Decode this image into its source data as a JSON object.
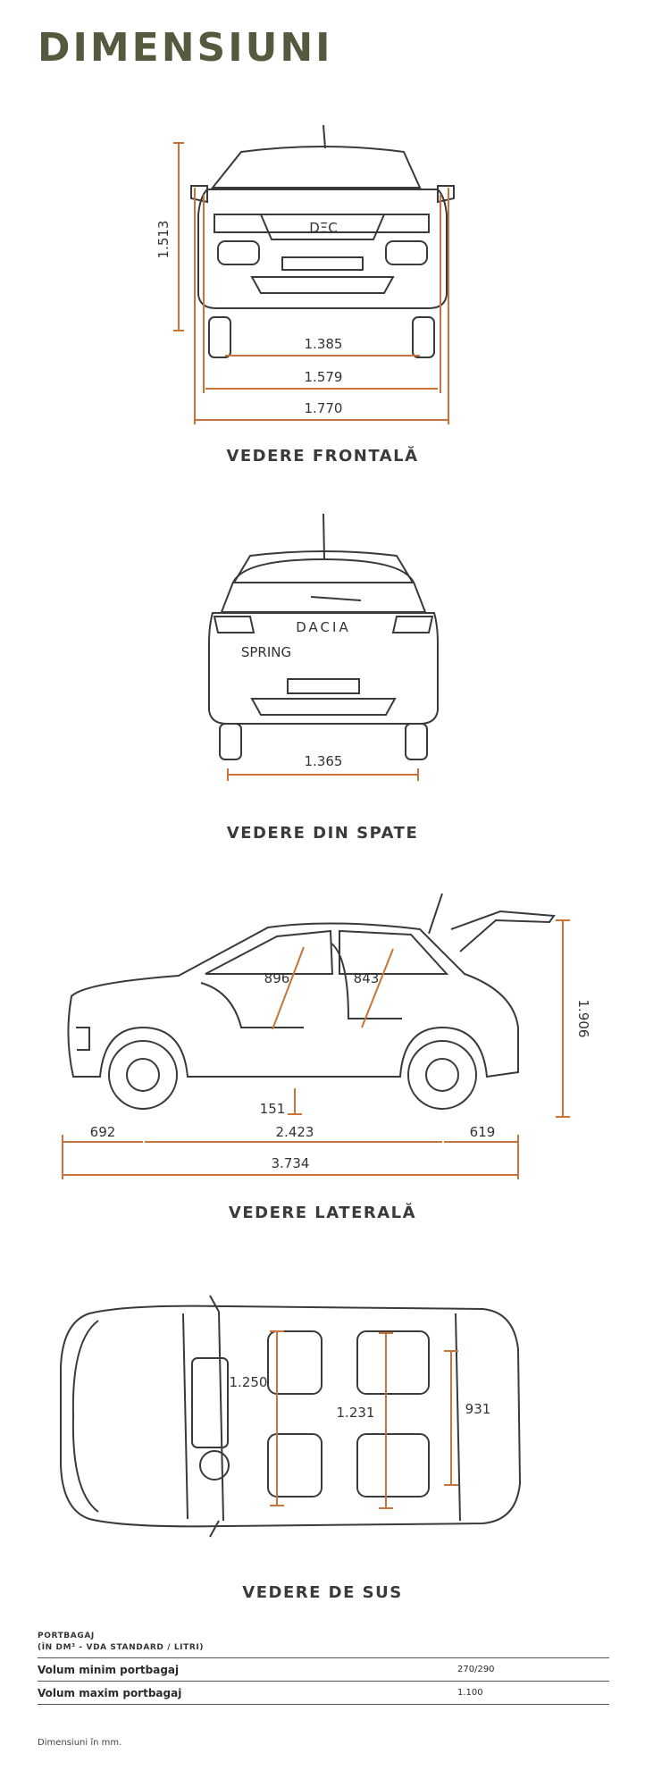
{
  "page": {
    "title": "DIMENSIUNI",
    "footnote": "Dimensiuni în mm."
  },
  "views": {
    "front": {
      "caption": "VEDERE FRONTALĂ",
      "height": "1.513",
      "track_inner": "1.385",
      "track_outer": "1.579",
      "overall_width": "1.770",
      "grille_logo": "DΞC"
    },
    "rear": {
      "caption": "VEDERE DIN SPATE",
      "rear_track": "1.365",
      "badge": "DACIA",
      "model_badge": "SPRING"
    },
    "side": {
      "caption": "VEDERE LATERALĂ",
      "front_headroom": "896",
      "rear_headroom": "843",
      "height_tailgate_open": "1.906",
      "ground_clearance": "151",
      "front_overhang": "692",
      "wheelbase": "2.423",
      "rear_overhang": "619",
      "overall_length": "3.734"
    },
    "top": {
      "caption": "VEDERE DE SUS",
      "front_elbow_width": "1.250",
      "rear_elbow_width": "1.231",
      "boot_width": "931"
    }
  },
  "cargo": {
    "header_line1": "PORTBAGAJ",
    "header_line2": "(ÎN DM³ - VDA STANDARD / LITRI)",
    "rows": [
      {
        "label": "Volum minim portbagaj",
        "value": "270/290"
      },
      {
        "label": "Volum maxim portbagaj",
        "value": "1.100"
      }
    ]
  },
  "colors": {
    "title": "#555a3e",
    "dimension_line": "#c8743a",
    "outline": "#3a3a3a"
  }
}
